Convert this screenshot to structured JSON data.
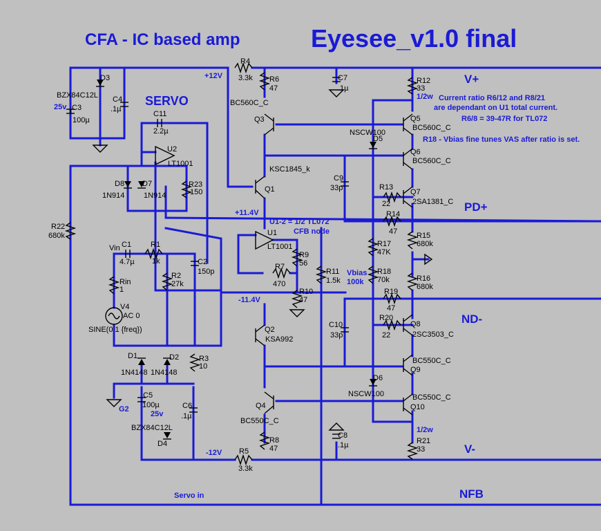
{
  "title_left": "CFA - IC based amp",
  "title_right": "Eyesee_v1.0 final",
  "servo_heading": "SERVO",
  "nets": {
    "v_plus": "V+",
    "v_minus": "V-",
    "pd_plus": "PD+",
    "nd_minus": "ND-",
    "nfb": "NFB",
    "plus12": "+12V",
    "minus12": "-12V",
    "plus11": "+11.4V",
    "minus11": "-11.4V",
    "cfb": "CFB node",
    "servo_in": "Servo in",
    "g2": "G2",
    "vin": "Vin",
    "vbias": "Vbias",
    "vbias_val": "100k"
  },
  "notes": {
    "n1": "Current ratio R6/12 and R8/21",
    "n2": "are dependant on U1 total current.",
    "n3": "R6/8 = 39-47R for TL072",
    "n4": "R18 - Vbias fine tunes VAS after ratio is set.",
    "u12": "U1-2 = 1/2 TL072",
    "half_w_top": "1/2w",
    "half_w_bot": "1/2w",
    "v25a": "25v",
    "v25b": "25v"
  },
  "parts": {
    "R4": "R4",
    "R4v": "3.3k",
    "R6": "R6",
    "R6v": "47",
    "R5": "R5",
    "R5v": "3.3k",
    "R8": "R8",
    "R8v": "47",
    "R12": "R12",
    "R12v": "33",
    "R21": "R21",
    "R21v": "33",
    "R13": "R13",
    "R13v": "22",
    "R14": "R14",
    "R14v": "47",
    "R15": "R15",
    "R15v": "680k",
    "R16": "R16",
    "R16v": "680k",
    "R17": "R17",
    "R17v": "47K",
    "R18": "R18",
    "R18v": "70k",
    "R19": "R19",
    "R19v": "47",
    "R20": "R20",
    "R20v": "22",
    "R9": "R9",
    "R9v": "56",
    "R7": "R7",
    "R7v": "470",
    "R10": "R10",
    "R10v": "47",
    "R11": "R11",
    "R11v": "1.5k",
    "R22": "R22",
    "R22v": "680k",
    "R23": "R23",
    "R23v": "150",
    "R1": "R1",
    "R1v": "1k",
    "R2": "R2",
    "R2v": "27k",
    "R3": "R3",
    "R3v": "10",
    "Rin": "Rin",
    "Rinv": "1",
    "C1": "C1",
    "C1v": "4.7µ",
    "C2": "C2",
    "C2v": "150p",
    "C3": "C3",
    "C3v": "100µ",
    "C4": "C4",
    "C4v": ".1µ",
    "C5": "C5",
    "C5v": "100µ",
    "C6": "C6",
    "C6v": ".1µ",
    "C7": "C7",
    "C7v": ".1µ",
    "C8": "C8",
    "C8v": ".1µ",
    "C9": "C9",
    "C9v": "33p",
    "C10": "C10",
    "C10v": "33p",
    "C11": "C11",
    "C11v": "2.2µ",
    "D1": "D1",
    "D1v": "1N4148",
    "D2": "D2",
    "D2v": "1N4148",
    "D3": "D3",
    "D3v": "BZX84C12L",
    "D4": "D4",
    "D4v": "BZX84C12L",
    "D5": "D5",
    "D5v": "NSCW100",
    "D6": "D6",
    "D6v": "NSCW100",
    "D7": "D7",
    "D7v": "1N914",
    "D8": "D8",
    "D8v": "1N914",
    "Q1": "Q1",
    "Q1v": "KSC1845_k",
    "Q2": "Q2",
    "Q2v": "KSA992",
    "Q3": "Q3",
    "Q3v": "BC560C_C",
    "Q4": "Q4",
    "Q4v": "BC550C_C",
    "Q5": "Q5",
    "Q5v": "BC560C_C",
    "Q6": "Q6",
    "Q6v": "BC560C_C",
    "Q7": "Q7",
    "Q7v": "2SA1381_C",
    "Q8": "Q8",
    "Q8v": "2SC3503_C",
    "Q9": "Q9",
    "Q9v": "BC550C_C",
    "Q10": "Q10",
    "Q10v": "BC550C_C",
    "U1": "U1",
    "U1v": "LT1001",
    "U2": "U2",
    "U2v": "LT1001",
    "V4": "V4",
    "V4v": "AC 0",
    "V4s": "SINE(0 1 {freq})"
  }
}
